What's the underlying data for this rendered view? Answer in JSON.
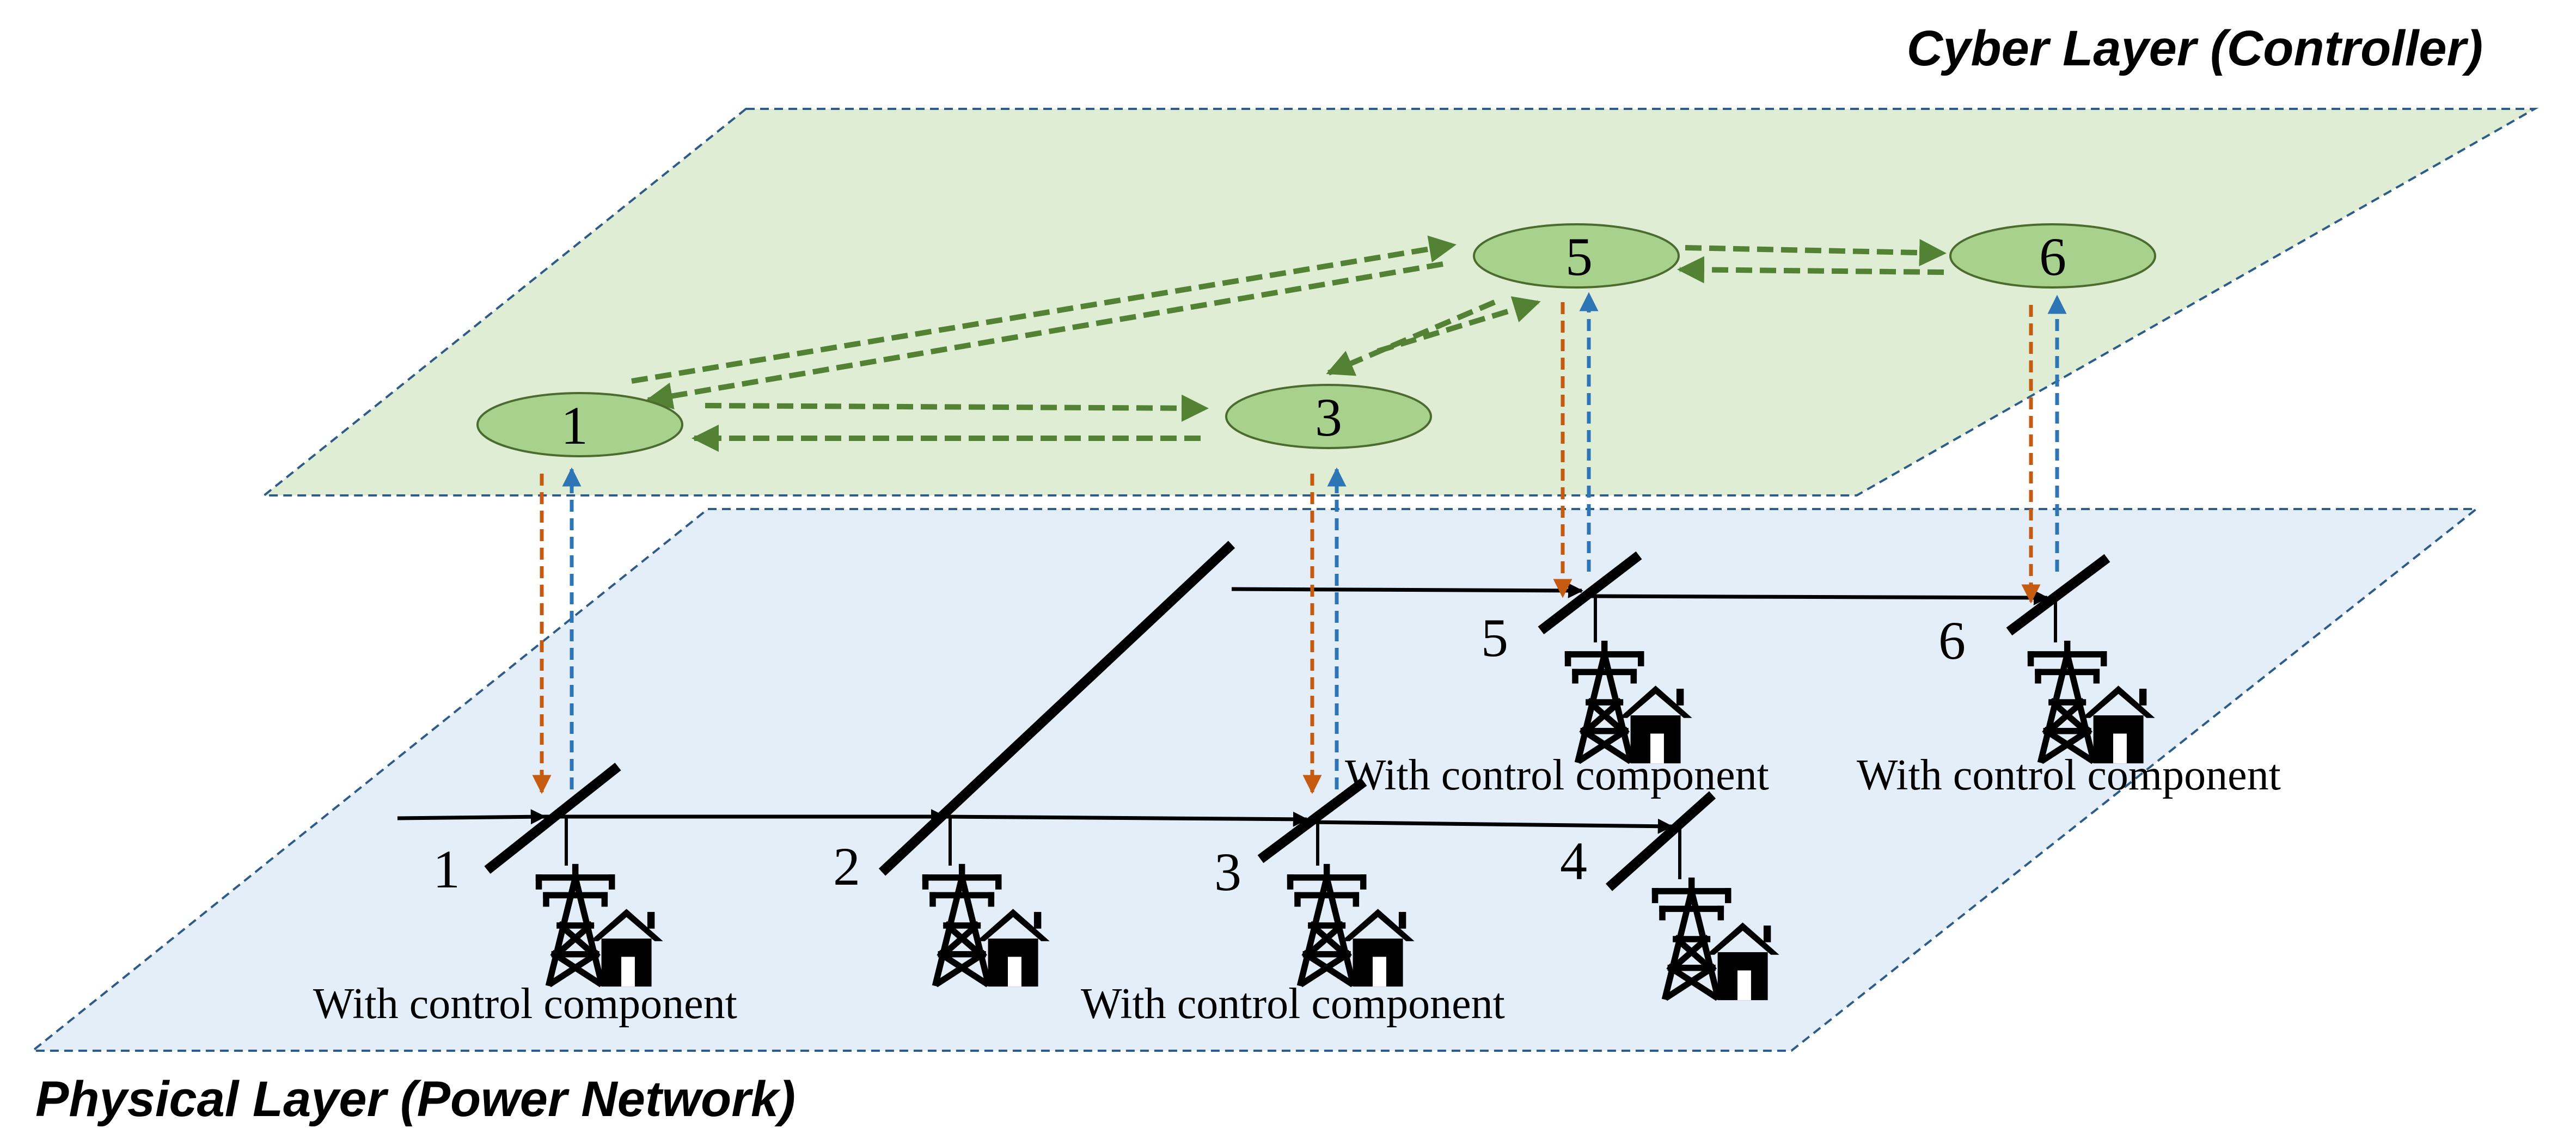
{
  "cyber_layer": {
    "title": "Cyber Layer (Controller)",
    "fill": "#dcecd1",
    "border": "#2e5c8a",
    "nodes": [
      {
        "id": "1",
        "label": "1"
      },
      {
        "id": "3",
        "label": "3"
      },
      {
        "id": "5",
        "label": "5"
      },
      {
        "id": "6",
        "label": "6"
      }
    ],
    "node_fill": "#a9d18e",
    "node_stroke": "#4b6b2f",
    "comm_color": "#548235"
  },
  "physical_layer": {
    "title": "Physical Layer (Power Network)",
    "fill": "#e3eef8",
    "border": "#2e5c8a",
    "buses": [
      {
        "id": "1",
        "label": "1"
      },
      {
        "id": "2",
        "label": "2"
      },
      {
        "id": "3",
        "label": "3"
      },
      {
        "id": "4",
        "label": "4"
      },
      {
        "id": "5",
        "label": "5"
      },
      {
        "id": "6",
        "label": "6"
      }
    ],
    "control_component_label": "With control component",
    "load_icon": "tower-house-icon"
  },
  "links": {
    "down_color": "#c55a11",
    "up_color": "#2e75b6"
  }
}
